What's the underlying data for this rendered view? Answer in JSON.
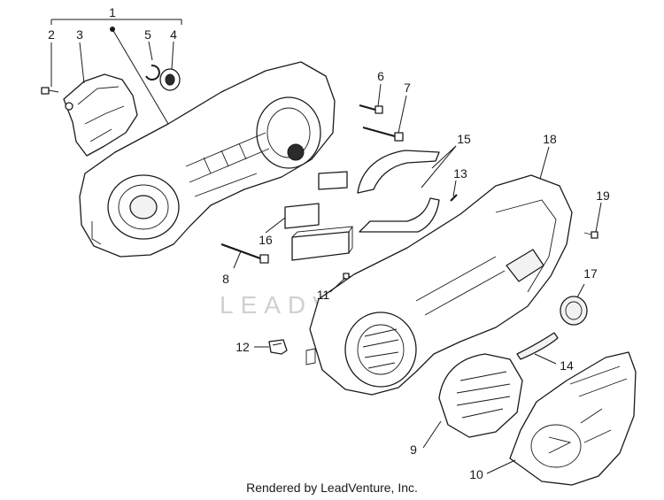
{
  "callouts": {
    "c1": "1",
    "c2": "2",
    "c3": "3",
    "c4": "4",
    "c5": "5",
    "c6": "6",
    "c7": "7",
    "c8": "8",
    "c9": "9",
    "c10": "10",
    "c11": "11",
    "c12": "12",
    "c13": "13",
    "c14": "14",
    "c15": "15",
    "c16": "16",
    "c17": "17",
    "c18": "18",
    "c19": "19"
  },
  "watermark": "LEADVENTURE",
  "credit": "Rendered by LeadVenture, Inc."
}
